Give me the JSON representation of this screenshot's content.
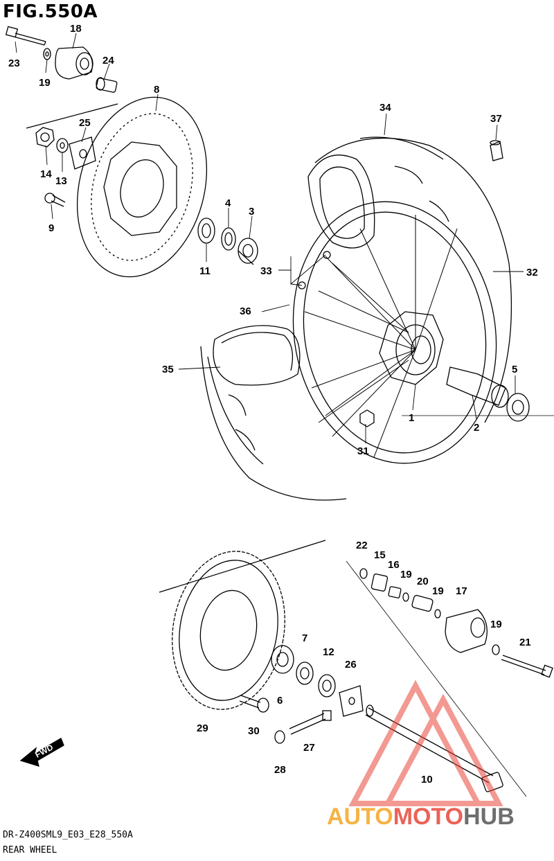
{
  "figure": {
    "title": "FIG.550A",
    "code": "DR-Z400SML9_E03_E28_550A",
    "caption": "REAR WHEEL"
  },
  "direction_label": "FWD",
  "watermark": {
    "part1": "AUTO",
    "part2": "MOTO",
    "part3": "HUB",
    "color1": "#f5a623",
    "color2": "#e8473a",
    "color3": "#555555"
  },
  "callouts": {
    "c1": "1",
    "c2": "2",
    "c3": "3",
    "c4": "4",
    "c5": "5",
    "c6": "6",
    "c7": "7",
    "c8": "8",
    "c9": "9",
    "c10": "10",
    "c11": "11",
    "c12": "12",
    "c13": "13",
    "c14": "14",
    "c15": "15",
    "c16": "16",
    "c17": "17",
    "c18": "18",
    "c19a": "19",
    "c19b": "19",
    "c19c": "19",
    "c19d": "19",
    "c20": "20",
    "c21": "21",
    "c22": "22",
    "c23": "23",
    "c24": "24",
    "c25": "25",
    "c26": "26",
    "c27": "27",
    "c28": "28",
    "c29": "29",
    "c30": "30",
    "c31": "31",
    "c32": "32",
    "c33": "33",
    "c34": "34",
    "c35": "35",
    "c36": "36",
    "c37": "37"
  }
}
